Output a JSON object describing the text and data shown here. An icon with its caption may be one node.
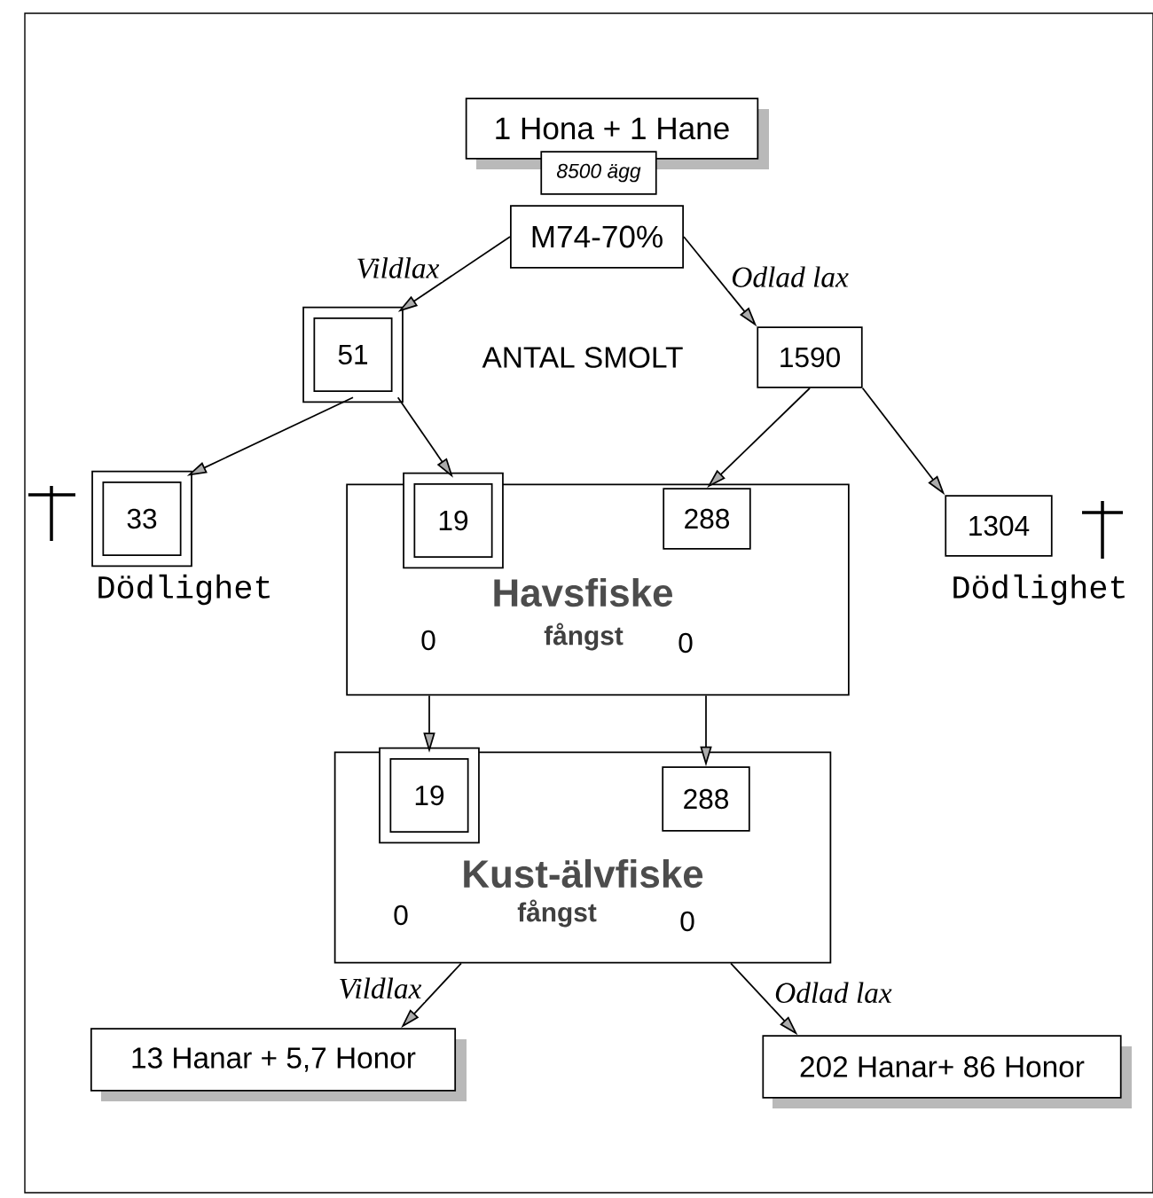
{
  "diagram": {
    "nodes": [
      {
        "text": [
          "1 Hona + 1 Hane"
        ]
      },
      {
        "text": [
          "*8500 ägg*"
        ]
      },
      {
        "text": [
          "M74-70%"
        ]
      },
      {
        "text": [
          "51"
        ]
      },
      {
        "text": [
          "1590"
        ]
      },
      {
        "text": [
          "33"
        ],
        "beside": [
          "Dödlighet"
        ]
      },
      {
        "text": [
          "Havsfiske",
          "0",
          "fångst",
          "0"
        ]
      },
      {
        "text": [
          "19"
        ],
        "in": 6
      },
      {
        "text": [
          "288"
        ],
        "in": 6
      },
      {
        "text": [
          "1304"
        ],
        "beside": [
          "Dödlighet"
        ]
      },
      {
        "text": [
          "Kust-älvfiske",
          "0",
          "fångst",
          "0"
        ]
      },
      {
        "text": [
          "19"
        ],
        "in": 10
      },
      {
        "text": [
          "288"
        ],
        "in": 10
      },
      {
        "text": [
          "13 Hanar + 5,7 Honor"
        ]
      },
      {
        "text": [
          "202 Hanar+ 86 Honor"
        ]
      }
    ],
    "edges": [
      {
        "from": 2,
        "to": 3,
        "arrow": "to",
        "label": "Vildlax"
      },
      {
        "from": 2,
        "to": 4,
        "arrow": "to",
        "label": "Odlad lax"
      },
      {
        "from": 3,
        "to": 5,
        "arrow": "to"
      },
      {
        "from": 3,
        "to": 7,
        "arrow": "to"
      },
      {
        "from": 4,
        "to": 8,
        "arrow": "to"
      },
      {
        "from": 4,
        "to": 9,
        "arrow": "to"
      },
      {
        "from": 6,
        "to": 11,
        "arrow": "to"
      },
      {
        "from": 6,
        "to": 12,
        "arrow": "to"
      },
      {
        "from": 10,
        "to": 13,
        "arrow": "to",
        "label": "Vildlax"
      },
      {
        "from": 10,
        "to": 14,
        "arrow": "to",
        "label": "Odlad lax"
      }
    ],
    "labels": [
      "ANTAL SMOLT"
    ]
  }
}
